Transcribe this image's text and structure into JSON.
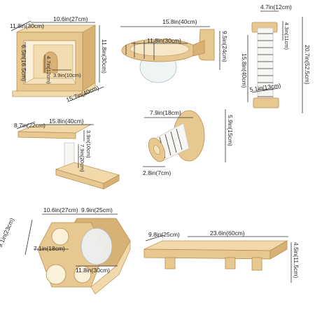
{
  "products": [
    {
      "name": "cat cube house",
      "dims": [
        "11.8in(30cm)",
        "10.6in(27cm)",
        "11.8in(30cm)",
        "6.5in(16.5cm)",
        "4.7in(12cm)",
        "3.9in(10cm)",
        "15.7in(40cm)"
      ]
    },
    {
      "name": "wall bed with bowl",
      "dims": [
        "15.8in(40cm)",
        "11.8in(30cm)",
        "9.5in(24cm)"
      ]
    },
    {
      "name": "scratching post",
      "dims": [
        "4.7in(12cm)",
        "4.3in(11cm)",
        "15.8in(40cm)",
        "20.7in(52.5cm)",
        "5.1in(13cm)"
      ]
    },
    {
      "name": "step platforms",
      "dims": [
        "8.7in(22cm)",
        "15.8in(40cm)",
        "3.9in(10cm)",
        "7.9in(20cm)"
      ]
    },
    {
      "name": "scratching roll",
      "dims": [
        "7.9in(18cm)",
        "5.9in(15cm)",
        "2.8in(7cm)"
      ]
    },
    {
      "name": "hexagon house",
      "dims": [
        "10.6in(27cm)",
        "9.9in(25cm)",
        "9.1in(23cm)",
        "7.1in(18cm)",
        "11.8in(30cm)"
      ]
    },
    {
      "name": "wall shelf",
      "dims": [
        "9.8in(25cm)",
        "23.6in(60cm)",
        "4.5in(11.5cm)"
      ]
    }
  ]
}
